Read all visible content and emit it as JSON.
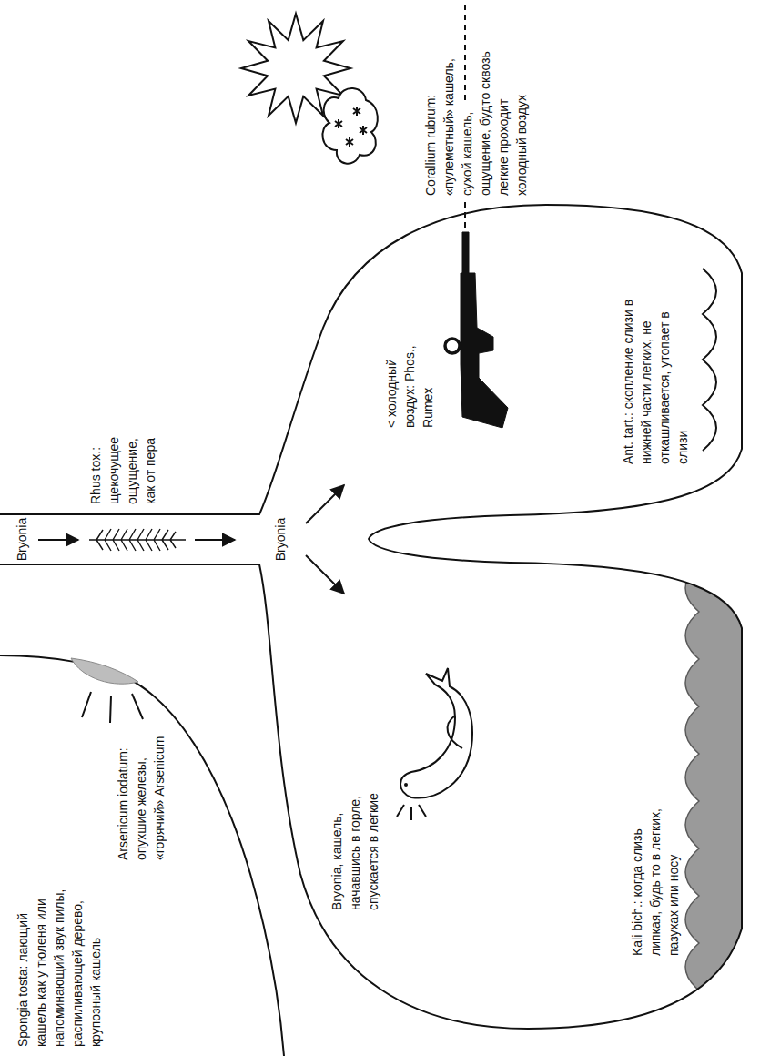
{
  "diagram": {
    "labels": [
      "Spongia tosta: лающий кашель как у тюленя или напоминающий звук пилы, распиливающей дерево, крупозный кашель",
      "Bryonia, кашель, начавшись в горле, спускается в легкие",
      "Arsenicum iodatum: опухшие железы, «горячий» Arsenicum",
      "Bryonia",
      "Rhus tox.: щекочущее ощущение, как от пера",
      "Bryonia",
      "< холодный воздух: Phos., Rumex",
      "Corallium rubrum: «пулеметный» кашель, сухой кашель, ощущение, будто сквозь легкие проходит холодный воздух",
      "Ant. tart.: скопление слизи в нижней части легких, не откашливается, утопает в слизи",
      "Kali bich.: когда слизь липкая, будь то в легких, пазухах или носу"
    ]
  }
}
